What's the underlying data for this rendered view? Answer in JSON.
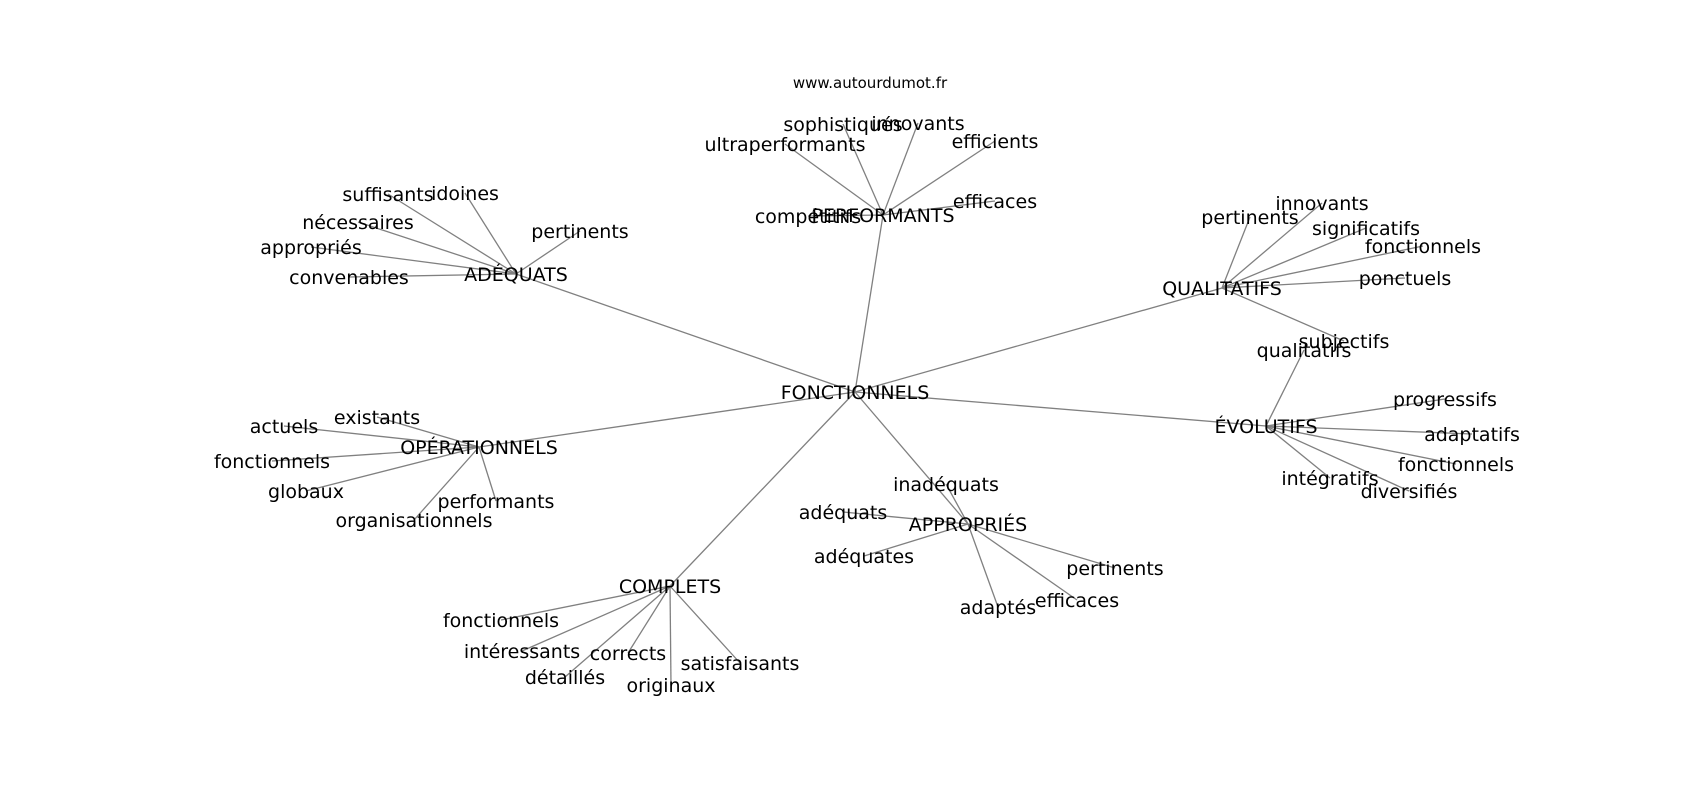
{
  "source": "www.autourdumot.fr",
  "colors": {
    "edge": "#808080",
    "text": "#000000",
    "background": "#ffffff"
  },
  "graph": {
    "center": {
      "id": "fonctionnels",
      "label": "FONCTIONNELS"
    },
    "hubs": [
      {
        "id": "performants",
        "label": "PERFORMANTS",
        "leaves": [
          "ultraperformants",
          "sophistiqués",
          "innovants",
          "efficients",
          "efficaces",
          "compétitifs"
        ]
      },
      {
        "id": "adequats",
        "label": "ADÉQUATS",
        "leaves": [
          "suffisants",
          "idoines",
          "nécessaires",
          "appropriés",
          "convenables",
          "pertinents"
        ]
      },
      {
        "id": "qualitatifs",
        "label": "QUALITATIFS",
        "leaves": [
          "pertinents",
          "innovants",
          "significatifs",
          "fonctionnels",
          "ponctuels",
          "subjectifs"
        ]
      },
      {
        "id": "evolutifs",
        "label": "ÉVOLUTIFS",
        "leaves": [
          "qualitatifs",
          "progressifs",
          "adaptatifs",
          "fonctionnels",
          "diversifiés",
          "intégratifs"
        ]
      },
      {
        "id": "operationnels",
        "label": "OPÉRATIONNELS",
        "leaves": [
          "actuels",
          "existants",
          "fonctionnels",
          "globaux",
          "organisationnels",
          "performants"
        ]
      },
      {
        "id": "appropries",
        "label": "APPROPRIÉS",
        "leaves": [
          "inadéquats",
          "adéquats",
          "adéquates",
          "pertinents",
          "efficaces",
          "adaptés"
        ]
      },
      {
        "id": "complets",
        "label": "COMPLETS",
        "leaves": [
          "fonctionnels",
          "intéressants",
          "détaillés",
          "corrects",
          "originaux",
          "satisfaisants"
        ]
      }
    ]
  }
}
